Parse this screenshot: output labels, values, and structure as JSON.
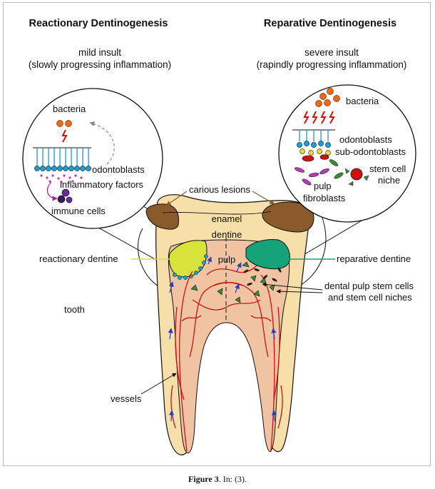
{
  "left_panel": {
    "title": "Reactionary Dentinogenesis",
    "insult": "mild insult",
    "insult_detail": "(slowly progressing inflammation)",
    "bacteria": "bacteria",
    "odontoblasts": "odontoblasts",
    "inflammatory_factors": "inflammatory factors",
    "immune_cells": "immune cells"
  },
  "right_panel": {
    "title": "Reparative Dentinogenesis",
    "insult": "severe insult",
    "insult_detail": "(rapindly progressing inflammation)",
    "bacteria": "bacteria",
    "odontoblasts": "odontoblasts",
    "sub_odontoblasts": "sub-odontoblasts",
    "stem_cell": "stem cell",
    "niche": "niche",
    "pulp": "pulp",
    "fibroblasts": "fibroblasts"
  },
  "tooth": {
    "carious_lesions": "carious lesions",
    "enamel": "enamel",
    "dentine": "dentine",
    "pulp": "pulp",
    "reactionary_dentine": "reactionary dentine",
    "reparative_dentine": "reparative dentine",
    "stem_cells_1": "dental pulp stem cells",
    "stem_cells_2": "and stem cell niches",
    "tooth": "tooth",
    "vessels": "vessels"
  },
  "colors": {
    "dentine": "#f6dfa8",
    "pulp": "#f0c4a2",
    "caries": "#8b5a2b",
    "vessel": "#cc1111",
    "reactionary": "#d8e23a",
    "reparative": "#17a37a",
    "odontoblast": "#1a9fd8",
    "arrow": "#2a3cb8"
  },
  "caption": {
    "label": "Figure 3",
    "text": ". In: (3)."
  }
}
